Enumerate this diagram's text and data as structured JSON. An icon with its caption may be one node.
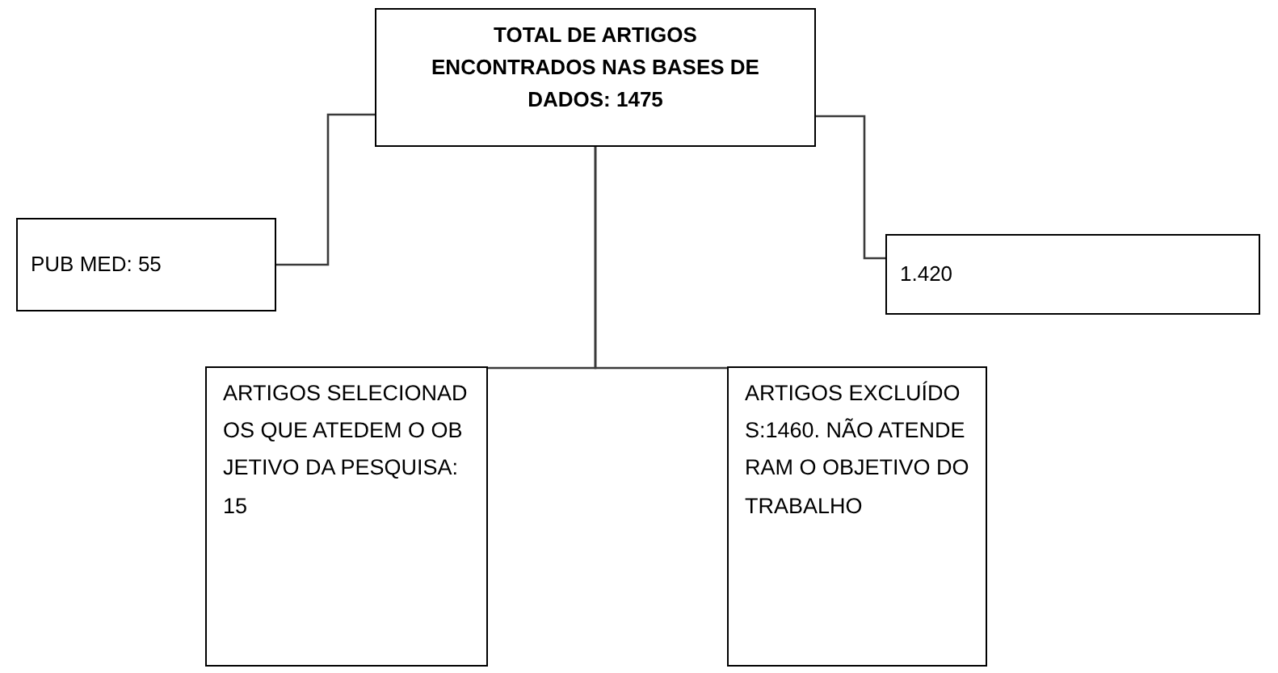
{
  "diagram": {
    "nodes": [
      {
        "text": [
          "TOTAL DE ARTIGOS ENCONTRADOS NAS BASES DE DADOS: 1475"
        ]
      },
      {
        "text": [
          "PUB MED: 55"
        ]
      },
      {
        "text": [
          "1.420"
        ]
      },
      {
        "text": [
          "ARTIGOS SELECIONADOS QUE ATEDEM O OBJETIVO DA PESQUISA: 15"
        ]
      },
      {
        "text": [
          "ARTIGOS EXCLUÍDOS:1460. NÃO ATENDERAM O OBJETIVO DO TRABALHO"
        ]
      }
    ],
    "edges": [
      {
        "from": 0,
        "to": 1,
        "arrow": "none"
      },
      {
        "from": 0,
        "to": 2,
        "arrow": "none"
      },
      {
        "from": 0,
        "to": 3,
        "arrow": "none"
      },
      {
        "from": 0,
        "to": 4,
        "arrow": "none"
      }
    ]
  }
}
